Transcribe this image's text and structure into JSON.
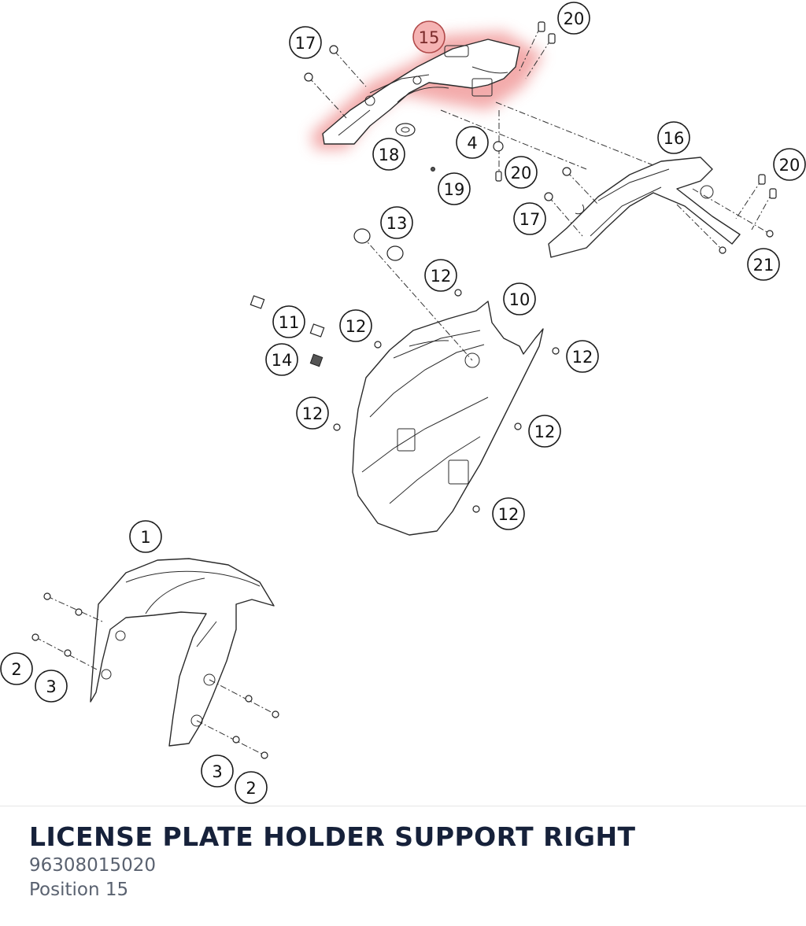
{
  "part": {
    "title": "LICENSE PLATE HOLDER SUPPORT RIGHT",
    "part_number": "96308015020",
    "position_text": "Position 15"
  },
  "highlight": {
    "callout": "15",
    "color": "#f5b3b3"
  },
  "callouts": {
    "c15": "15",
    "c17a": "17",
    "c20a": "20",
    "c4": "4",
    "c18": "18",
    "c19": "19",
    "c20b": "20",
    "c16": "16",
    "c20c": "20",
    "c17b": "17",
    "c21": "21",
    "c13": "13",
    "c12a": "12",
    "c10": "10",
    "c11": "11",
    "c12b": "12",
    "c14": "14",
    "c12c": "12",
    "c12d": "12",
    "c12e": "12",
    "c12f": "12",
    "c1": "1",
    "c2a": "2",
    "c3a": "3",
    "c3b": "3",
    "c2b": "2"
  }
}
